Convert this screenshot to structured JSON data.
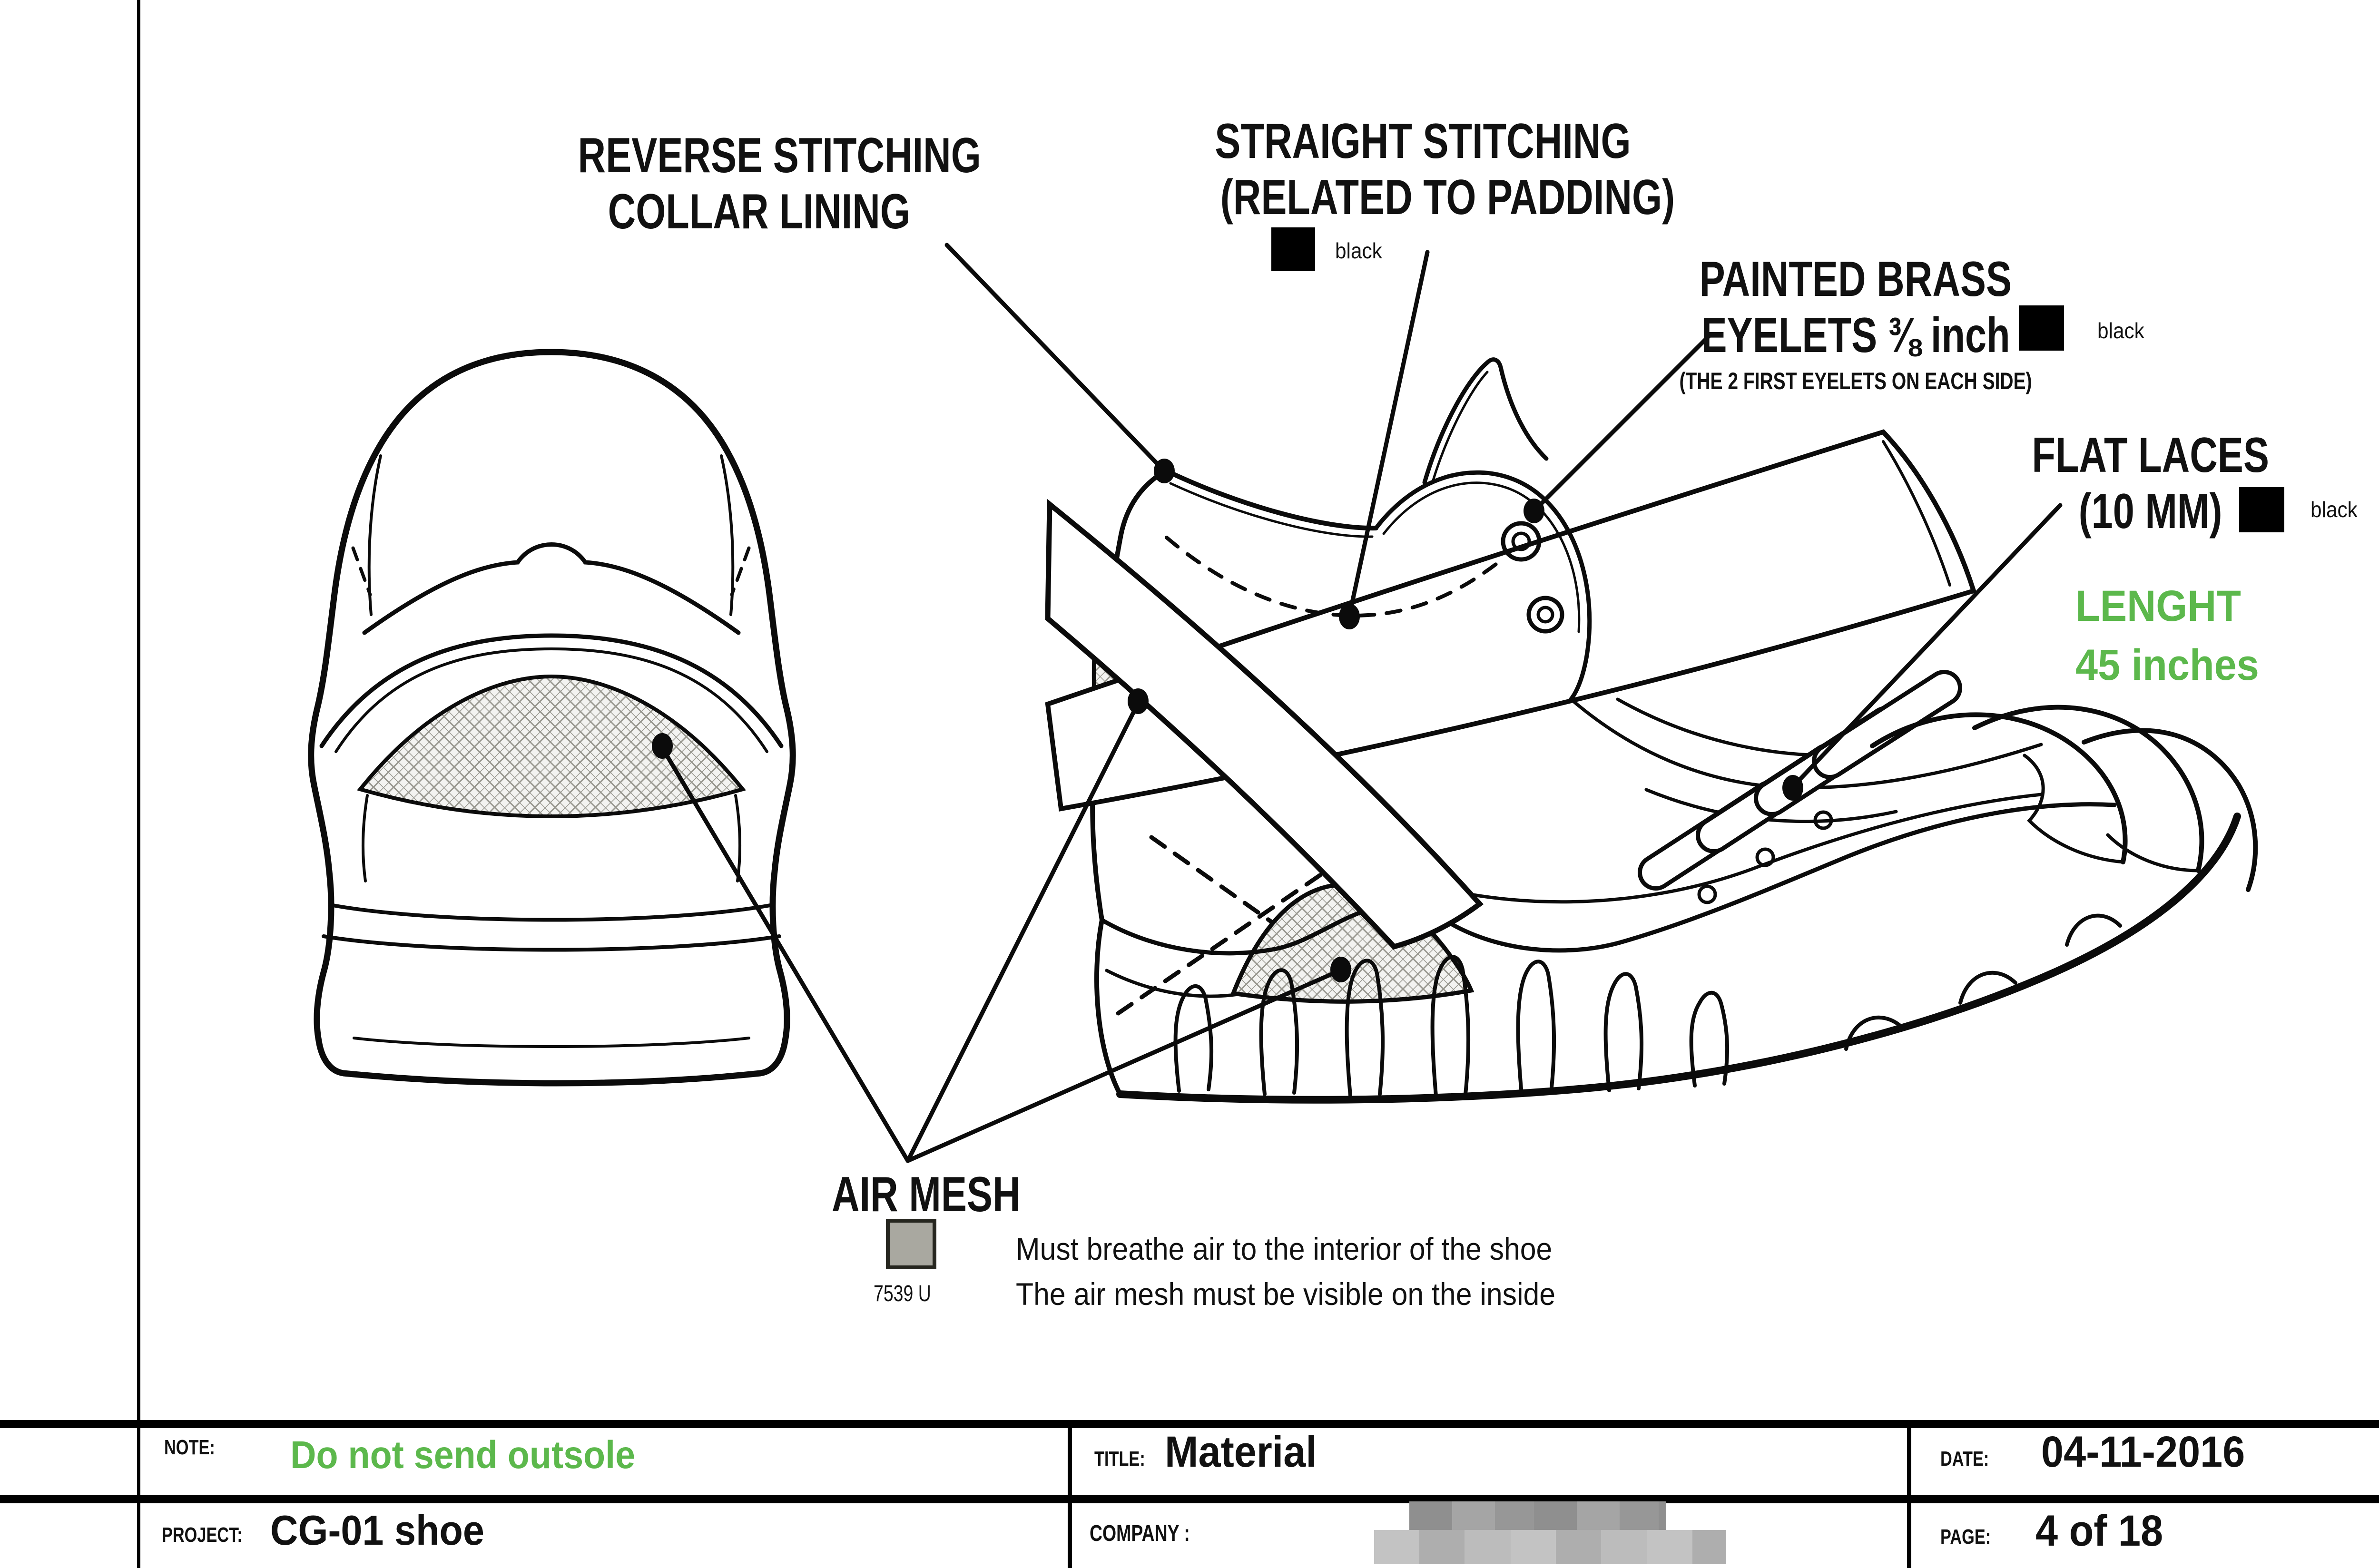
{
  "page": {
    "background": "#ffffff",
    "accent_green": "#5cb84c",
    "line_color": "#000000"
  },
  "annotations": {
    "reverse_stitching": {
      "line1": "REVERSE STITCHING",
      "line2": "COLLAR LINING"
    },
    "straight_stitching": {
      "line1": "STRAIGHT STITCHING",
      "line2": "(RELATED TO PADDING)",
      "swatch_color": "#000000",
      "swatch_label": "black"
    },
    "brass_eyelets": {
      "line1": "PAINTED BRASS",
      "line2": "EYELETS ⅜ inch",
      "swatch_color": "#000000",
      "swatch_label": "black",
      "note": "(THE 2 FIRST EYELETS ON EACH SIDE)"
    },
    "flat_laces": {
      "line1": "FLAT LACES",
      "line2": "(10 MM)",
      "swatch_color": "#000000",
      "swatch_label": "black",
      "length_label": "LENGHT",
      "length_value": "45 inches"
    },
    "air_mesh": {
      "title": "AIR MESH",
      "swatch_color": "#a9a8a0",
      "swatch_label": "7539 U",
      "desc_line1": "Must breathe air to the interior of the shoe",
      "desc_line2": "The air mesh must be visible on the inside"
    }
  },
  "footer": {
    "note_label": "NOTE:",
    "note_value": "Do not send outsole",
    "project_label": "PROJECT:",
    "project_value": "CG-01 shoe",
    "title_label": "TITLE:",
    "title_value": "Material",
    "company_label": "COMPANY :",
    "date_label": "DATE:",
    "date_value": "04-11-2016",
    "page_label": "PAGE:",
    "page_value": "4 of 18"
  }
}
